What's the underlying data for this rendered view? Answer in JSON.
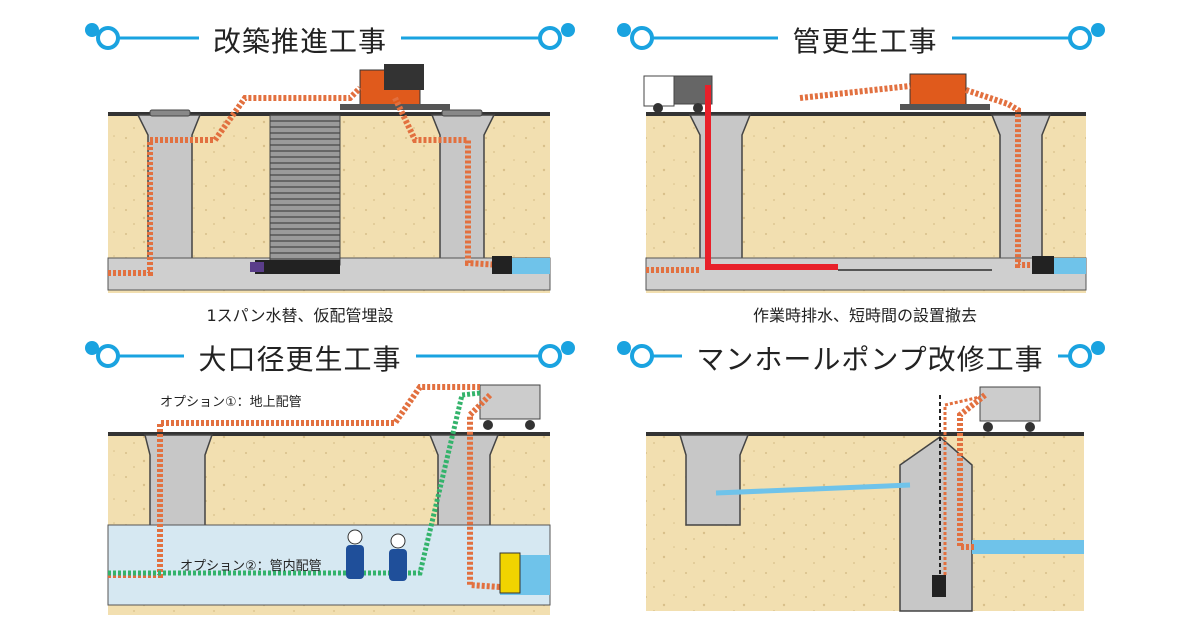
{
  "panels": [
    {
      "title": "改築推進工事",
      "caption": "1スパン水替、仮配管埋設"
    },
    {
      "title": "管更生工事",
      "caption": "作業時排水、短時間の設置撤去"
    },
    {
      "title": "大口径更生工事",
      "option1": "オプション①：地上配管",
      "option2": "オプション②：管内配管"
    },
    {
      "title": "マンホールポンプ改修工事"
    }
  ],
  "colors": {
    "accent": "#1aa3e0",
    "soil": "#f2dfb0",
    "concrete": "#c7c7c7",
    "hose": "#e2703f",
    "green_hose": "#33b36b",
    "red_pipe": "#e8202a",
    "water": "#6fc3ea"
  }
}
